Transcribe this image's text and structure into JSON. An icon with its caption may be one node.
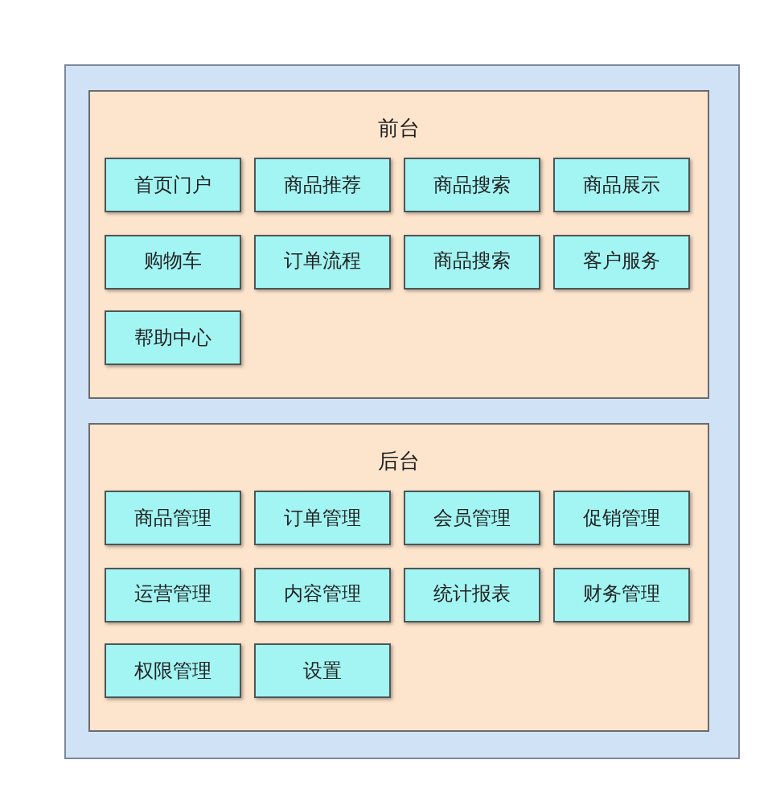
{
  "diagram": {
    "nodes": [
      {
        "text": [],
        "shape": "box"
      },
      {
        "text": [
          "前台"
        ],
        "in": 0
      },
      {
        "text": [
          "首页门户"
        ],
        "in": 1
      },
      {
        "text": [
          "商品推荐"
        ],
        "in": 1
      },
      {
        "text": [
          "商品搜索"
        ],
        "in": 1
      },
      {
        "text": [
          "商品展示"
        ],
        "in": 1
      },
      {
        "text": [
          "购物车"
        ],
        "in": 1
      },
      {
        "text": [
          "订单流程"
        ],
        "in": 1
      },
      {
        "text": [
          "商品搜索"
        ],
        "in": 1
      },
      {
        "text": [
          "客户服务"
        ],
        "in": 1
      },
      {
        "text": [
          "帮助中心"
        ],
        "in": 1
      },
      {
        "text": [
          "后台"
        ],
        "in": 0
      },
      {
        "text": [
          "商品管理"
        ],
        "in": 11
      },
      {
        "text": [
          "订单管理"
        ],
        "in": 11
      },
      {
        "text": [
          "会员管理"
        ],
        "in": 11
      },
      {
        "text": [
          "促销管理"
        ],
        "in": 11
      },
      {
        "text": [
          "运营管理"
        ],
        "in": 11
      },
      {
        "text": [
          "内容管理"
        ],
        "in": 11
      },
      {
        "text": [
          "统计报表"
        ],
        "in": 11
      },
      {
        "text": [
          "财务管理"
        ],
        "in": 11
      },
      {
        "text": [
          "权限管理"
        ],
        "in": 11
      },
      {
        "text": [
          "设置"
        ],
        "in": 11
      }
    ]
  }
}
